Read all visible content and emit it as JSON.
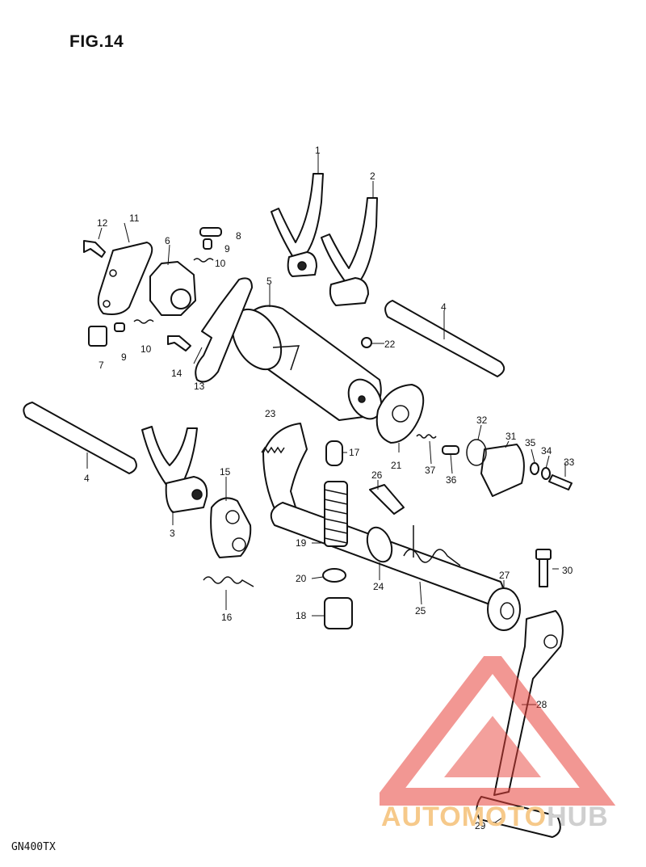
{
  "figure": {
    "title": "FIG.14",
    "model_code": "GN400TX"
  },
  "watermark": {
    "word_main": "AUTOMOTO",
    "word_end": "HUB",
    "colors": {
      "triangle": "#e8413a",
      "main": "#f6c98a",
      "end": "#cfcfcf"
    }
  },
  "callouts": [
    "1",
    "2",
    "3",
    "4",
    "4",
    "5",
    "6",
    "7",
    "8",
    "9",
    "9",
    "10",
    "10",
    "11",
    "12",
    "13",
    "14",
    "15",
    "16",
    "17",
    "18",
    "19",
    "20",
    "21",
    "22",
    "23",
    "24",
    "25",
    "26",
    "27",
    "28",
    "29",
    "30",
    "31",
    "32",
    "33",
    "34",
    "35",
    "36",
    "37"
  ]
}
